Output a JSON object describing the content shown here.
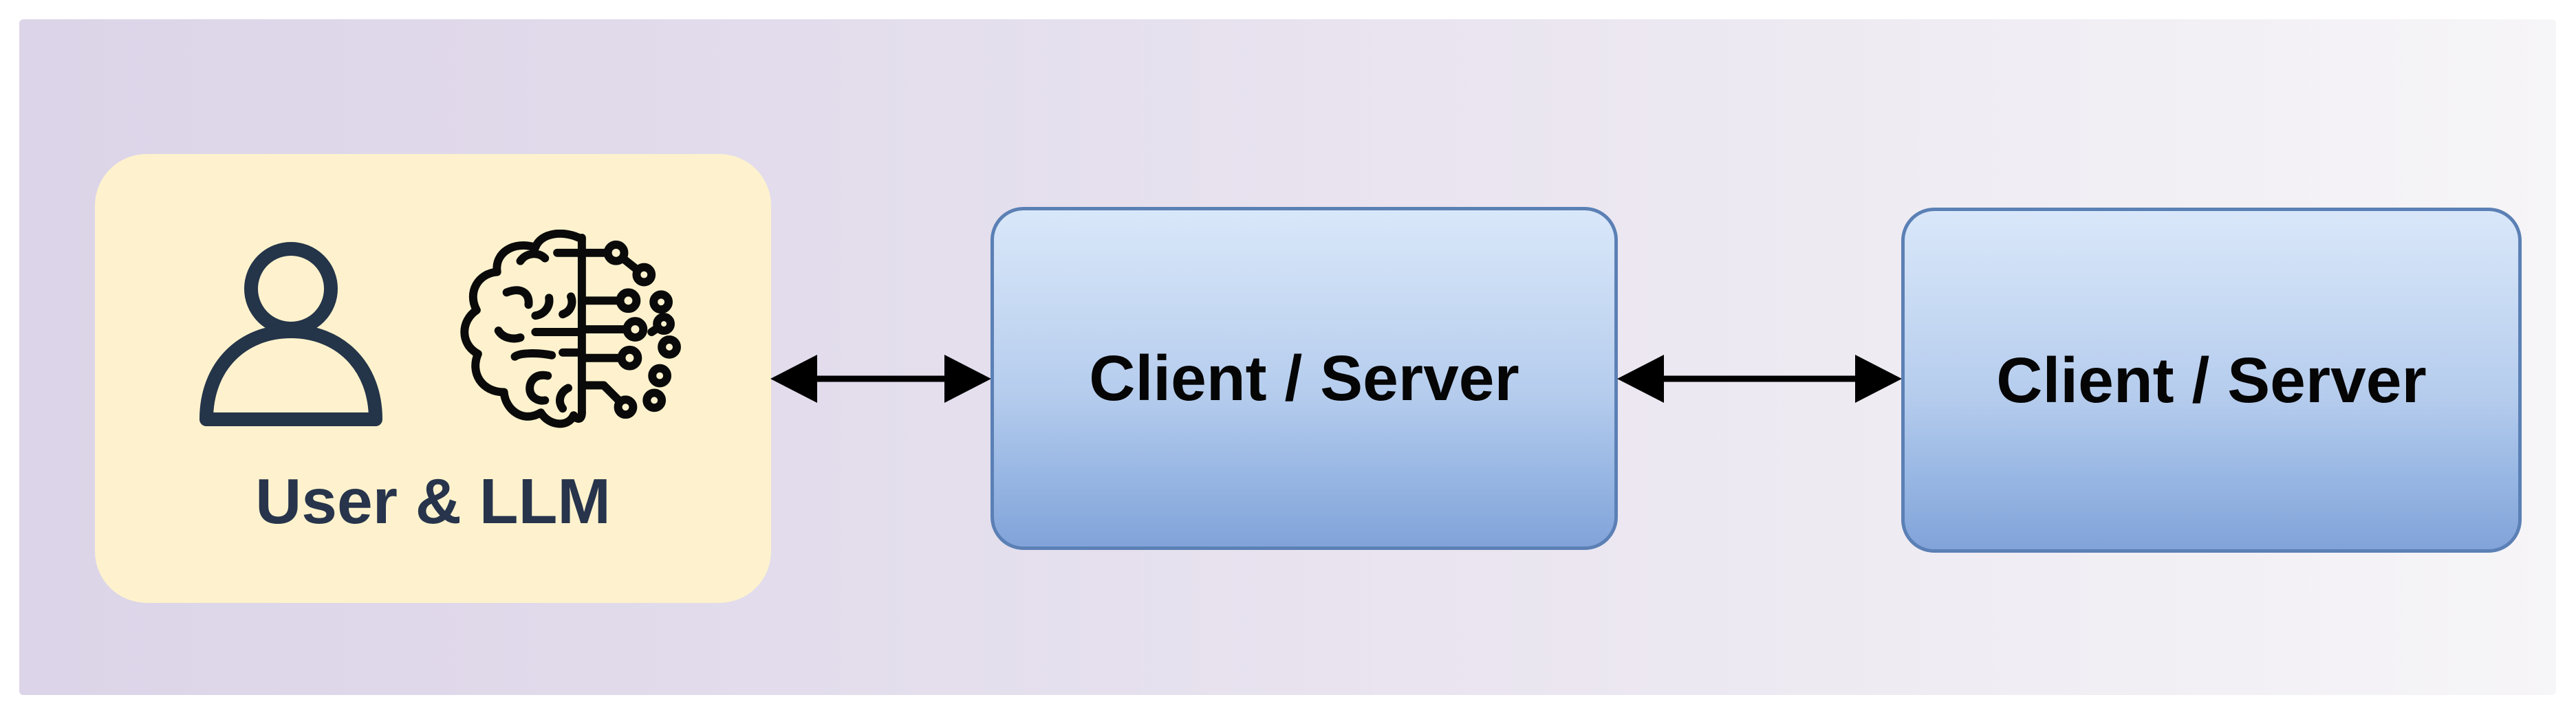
{
  "diagram": {
    "background": {
      "outer": "#ffffff",
      "panel_left": "#dcd4e8",
      "panel_right": "#f6f5f7"
    },
    "nodes": [
      {
        "id": "user-llm",
        "label": "User & LLM",
        "shape": "rounded-rectangle",
        "fill": "#fdf2cd",
        "label_color": "#27344b",
        "icons": [
          "user-icon",
          "brain-circuit-icon"
        ]
      },
      {
        "id": "client-server-1",
        "label": "Client / Server",
        "shape": "rounded-rectangle",
        "fill_top": "#d9e7f9",
        "fill_bottom": "#81a3d9",
        "border_color": "#5b80b5",
        "label_color": "#050505"
      },
      {
        "id": "client-server-2",
        "label": "Client / Server",
        "shape": "rounded-rectangle",
        "fill_top": "#d9e7f9",
        "fill_bottom": "#81a3d9",
        "border_color": "#5b80b5",
        "label_color": "#050505"
      }
    ],
    "edges": [
      {
        "from": "user-llm",
        "to": "client-server-1",
        "style": "double-headed-arrow",
        "color": "#000000"
      },
      {
        "from": "client-server-1",
        "to": "client-server-2",
        "style": "double-headed-arrow",
        "color": "#000000"
      }
    ]
  }
}
